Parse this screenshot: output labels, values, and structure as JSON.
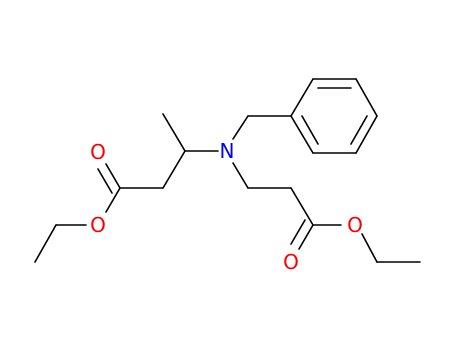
{
  "molecule": {
    "atoms": {
      "nitrogen": "N",
      "oxygen_left_carbonyl": "O",
      "oxygen_left_ester": "O",
      "oxygen_right_carbonyl": "O",
      "oxygen_right_ester": "O"
    },
    "colors": {
      "bond": "#000000",
      "nitrogen": "#0000ff",
      "oxygen": "#ff0000"
    }
  }
}
